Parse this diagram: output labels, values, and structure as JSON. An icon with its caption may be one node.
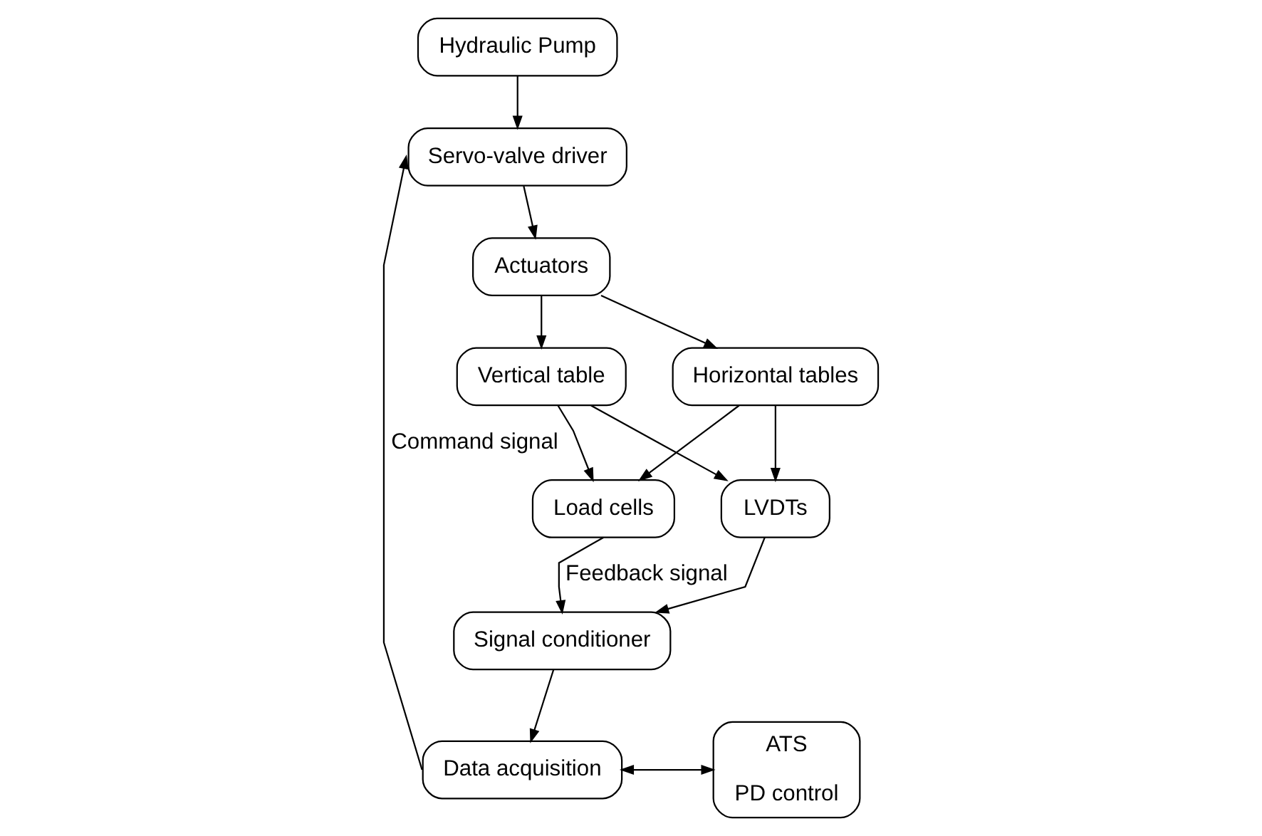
{
  "diagram": {
    "nodes": [
      {
        "text": [
          "Hydraulic Pump"
        ]
      },
      {
        "text": [
          "Servo-valve driver"
        ]
      },
      {
        "text": [
          "Actuators"
        ]
      },
      {
        "text": [
          "Data acquisition"
        ]
      },
      {
        "text": [
          "ATS",
          "PD control"
        ]
      },
      {
        "text": [
          "Vertical table"
        ]
      },
      {
        "text": [
          "Horizontal tables"
        ]
      },
      {
        "text": [
          "Signal conditioner"
        ]
      },
      {
        "text": [
          "Load cells"
        ]
      },
      {
        "text": [
          "LVDTs"
        ]
      }
    ],
    "edges": [
      {
        "from": 0,
        "to": 1,
        "arrow": "to"
      },
      {
        "from": 3,
        "to": 1,
        "arrow": "to",
        "label": "Command signal"
      },
      {
        "from": 1,
        "to": 2,
        "arrow": "to"
      },
      {
        "from": 3,
        "to": 4,
        "arrow": "both"
      },
      {
        "from": 2,
        "to": 5,
        "arrow": "to"
      },
      {
        "from": 2,
        "to": 6,
        "arrow": "to"
      },
      {
        "from": 7,
        "to": 3,
        "arrow": "to"
      },
      {
        "from": 5,
        "to": 8,
        "arrow": "to"
      },
      {
        "from": 5,
        "to": 9,
        "arrow": "to"
      },
      {
        "from": 6,
        "to": 8,
        "arrow": "to"
      },
      {
        "from": 6,
        "to": 9,
        "arrow": "to"
      },
      {
        "from": 8,
        "to": 7,
        "arrow": "to",
        "label": "Feedback signal"
      },
      {
        "from": 9,
        "to": 7,
        "arrow": "to"
      }
    ]
  }
}
